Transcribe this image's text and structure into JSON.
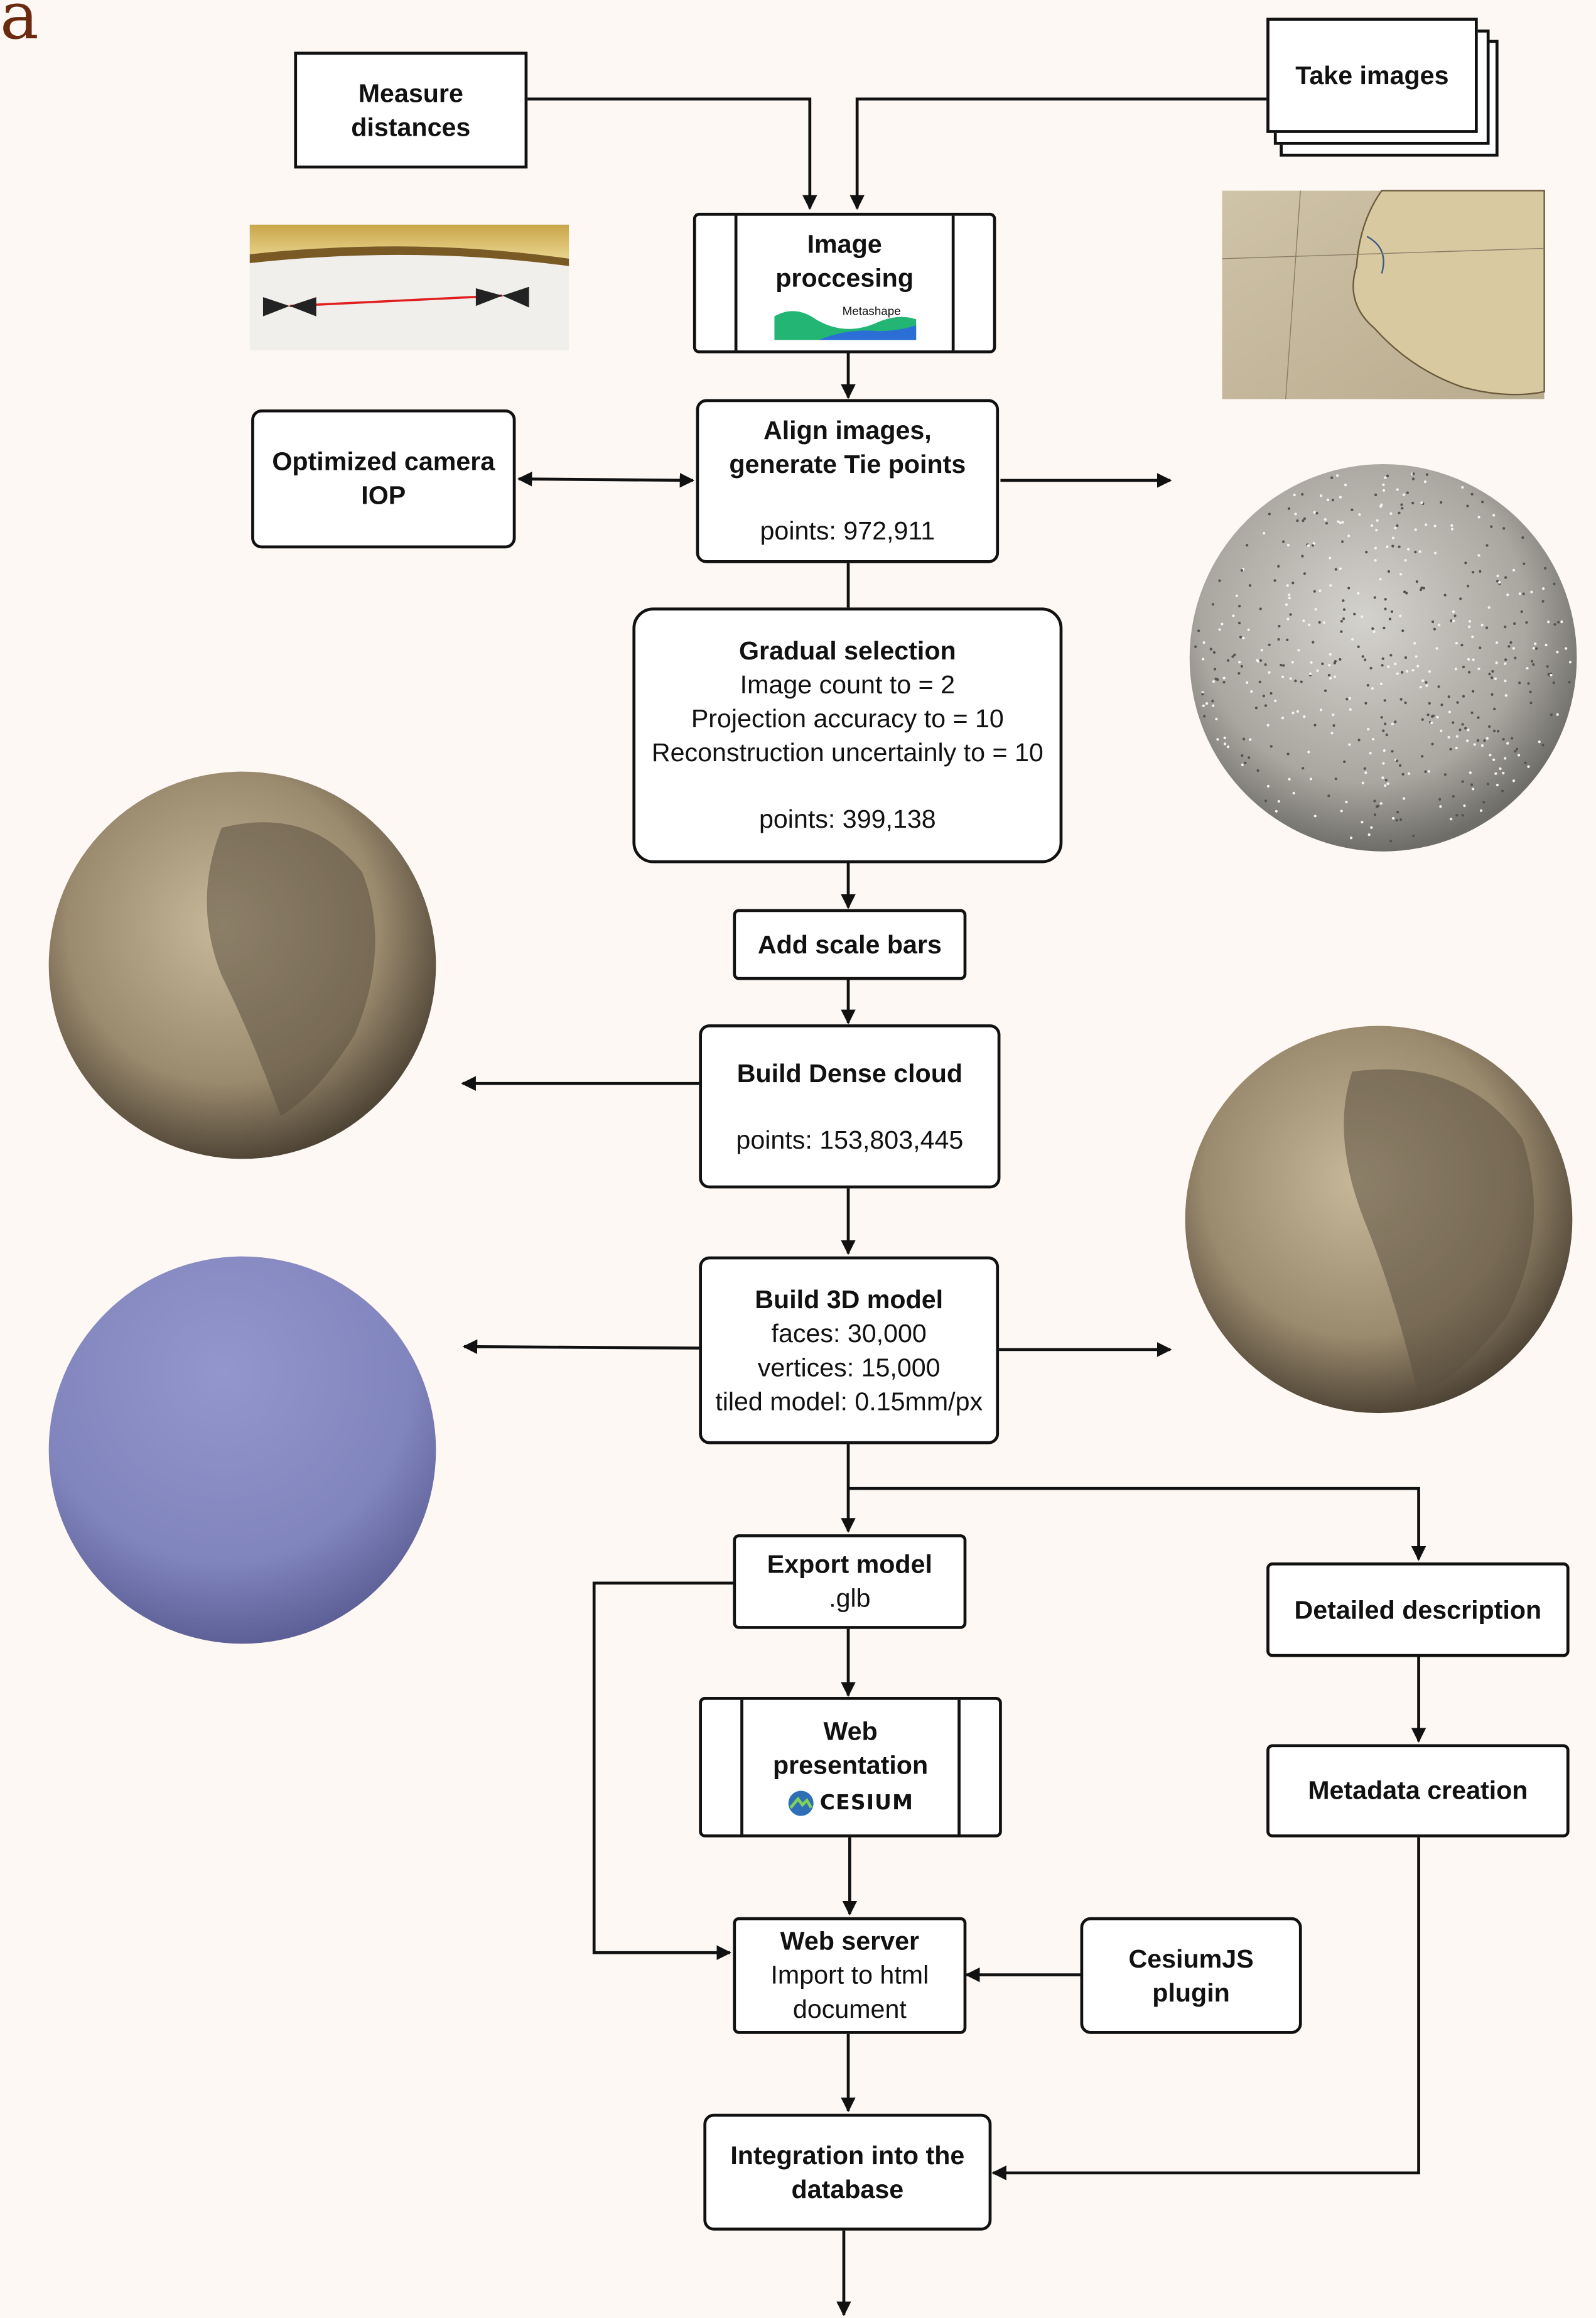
{
  "panel_letter": "a",
  "nodes": {
    "measure": {
      "lines": [
        "Measure",
        "distances"
      ]
    },
    "take_images": {
      "lines": [
        "Take images"
      ]
    },
    "image_proc": {
      "lines": [
        "Image",
        "proccesing"
      ],
      "logo_text": "Metashape"
    },
    "optimized": {
      "lines": [
        "Optimized camera",
        "IOP"
      ]
    },
    "align": {
      "title": [
        "Align images,",
        "generate Tie points"
      ],
      "detail": "points: 972,911"
    },
    "gradual": {
      "title": "Gradual selection",
      "lines": [
        "Image count to = 2",
        "Projection accuracy to = 10",
        "Reconstruction uncertainly to = 10"
      ],
      "detail": "points: 399,138"
    },
    "scale": {
      "lines": [
        "Add scale bars"
      ]
    },
    "dense": {
      "title": "Build Dense cloud",
      "detail": "points: 153,803,445"
    },
    "model3d": {
      "title": "Build 3D model",
      "lines": [
        "faces: 30,000",
        "vertices: 15,000",
        "tiled model: 0.15mm/px"
      ]
    },
    "export": {
      "title": "Export model",
      "lines": [
        ".glb"
      ]
    },
    "detailed": {
      "lines": [
        "Detailed description"
      ]
    },
    "web_pres": {
      "lines": [
        "Web",
        "presentation"
      ],
      "logo_text": "CESIUM"
    },
    "metadata": {
      "lines": [
        "Metadata creation"
      ]
    },
    "web_server": {
      "title": "Web server",
      "lines": [
        "Import to html",
        "document"
      ]
    },
    "cesium_plugin": {
      "lines": [
        "CesiumJS",
        "plugin"
      ]
    },
    "integration": {
      "lines": [
        "Integration into the",
        "database"
      ]
    }
  },
  "colors": {
    "background": "#fdf8f3",
    "line": "#111111",
    "mesh_globe": "#8c8fc7",
    "letter": "#6b2a10"
  },
  "images": {
    "caliper_photo": "ruler-measurement-photo",
    "map_photo": "globe-map-detail-photo",
    "tie_point_globe": "sparse-point-cloud-globe",
    "dense_globe": "dense-point-cloud-globe",
    "textured_globe": "textured-globe-model",
    "mesh_globe": "untextured-mesh-globe"
  }
}
